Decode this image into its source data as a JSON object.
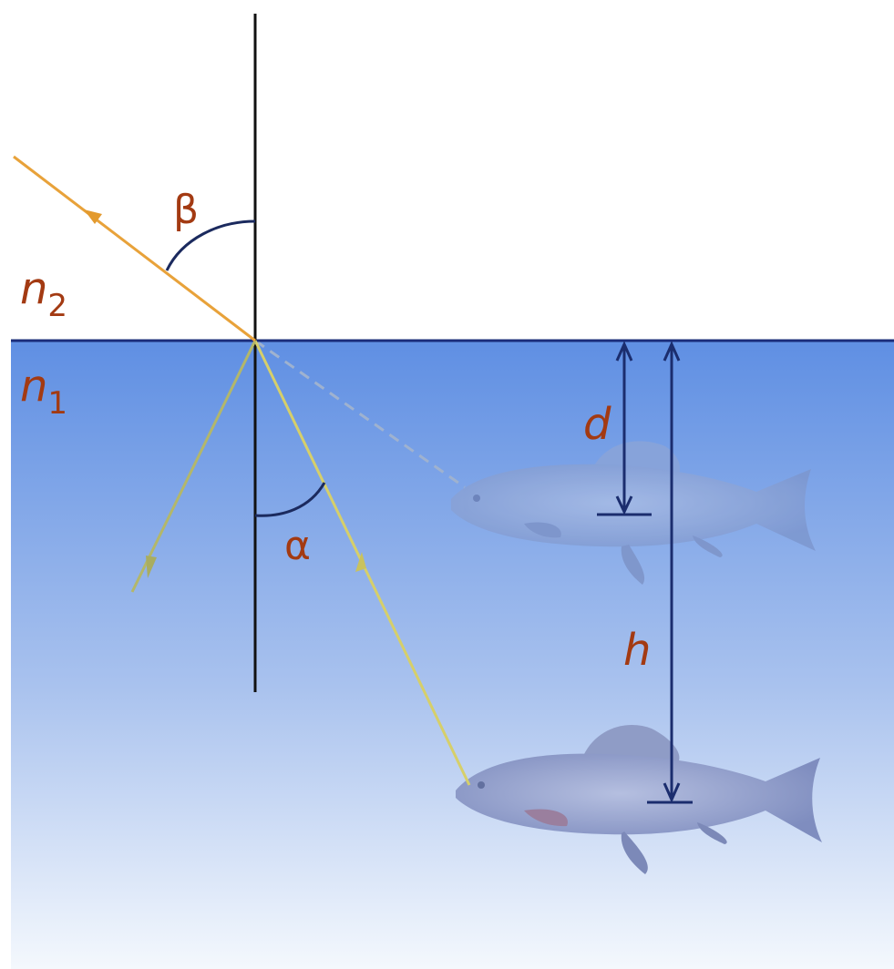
{
  "labels": {
    "n2": "n",
    "n2_sub": "2",
    "n1": "n",
    "n1_sub": "1",
    "beta": "β",
    "alpha": "α",
    "d": "d",
    "h": "h"
  },
  "colors": {
    "water_top": "#5f8fe3",
    "water_bottom": "#f4f8fd",
    "surface_line": "#1a2c7a",
    "ray_air": "#e8a23a",
    "ray_water": "#d6cf6a",
    "ray_reflected": "#b3b76a",
    "normal_line": "#111111",
    "measure_arrow": "#1b2d6e",
    "label": "#a33a12",
    "fish_real": "#8f9cc6",
    "fish_apparent": "#8aa4d8"
  },
  "icons": {
    "fish_real": "fish-icon",
    "fish_apparent": "fish-icon"
  }
}
